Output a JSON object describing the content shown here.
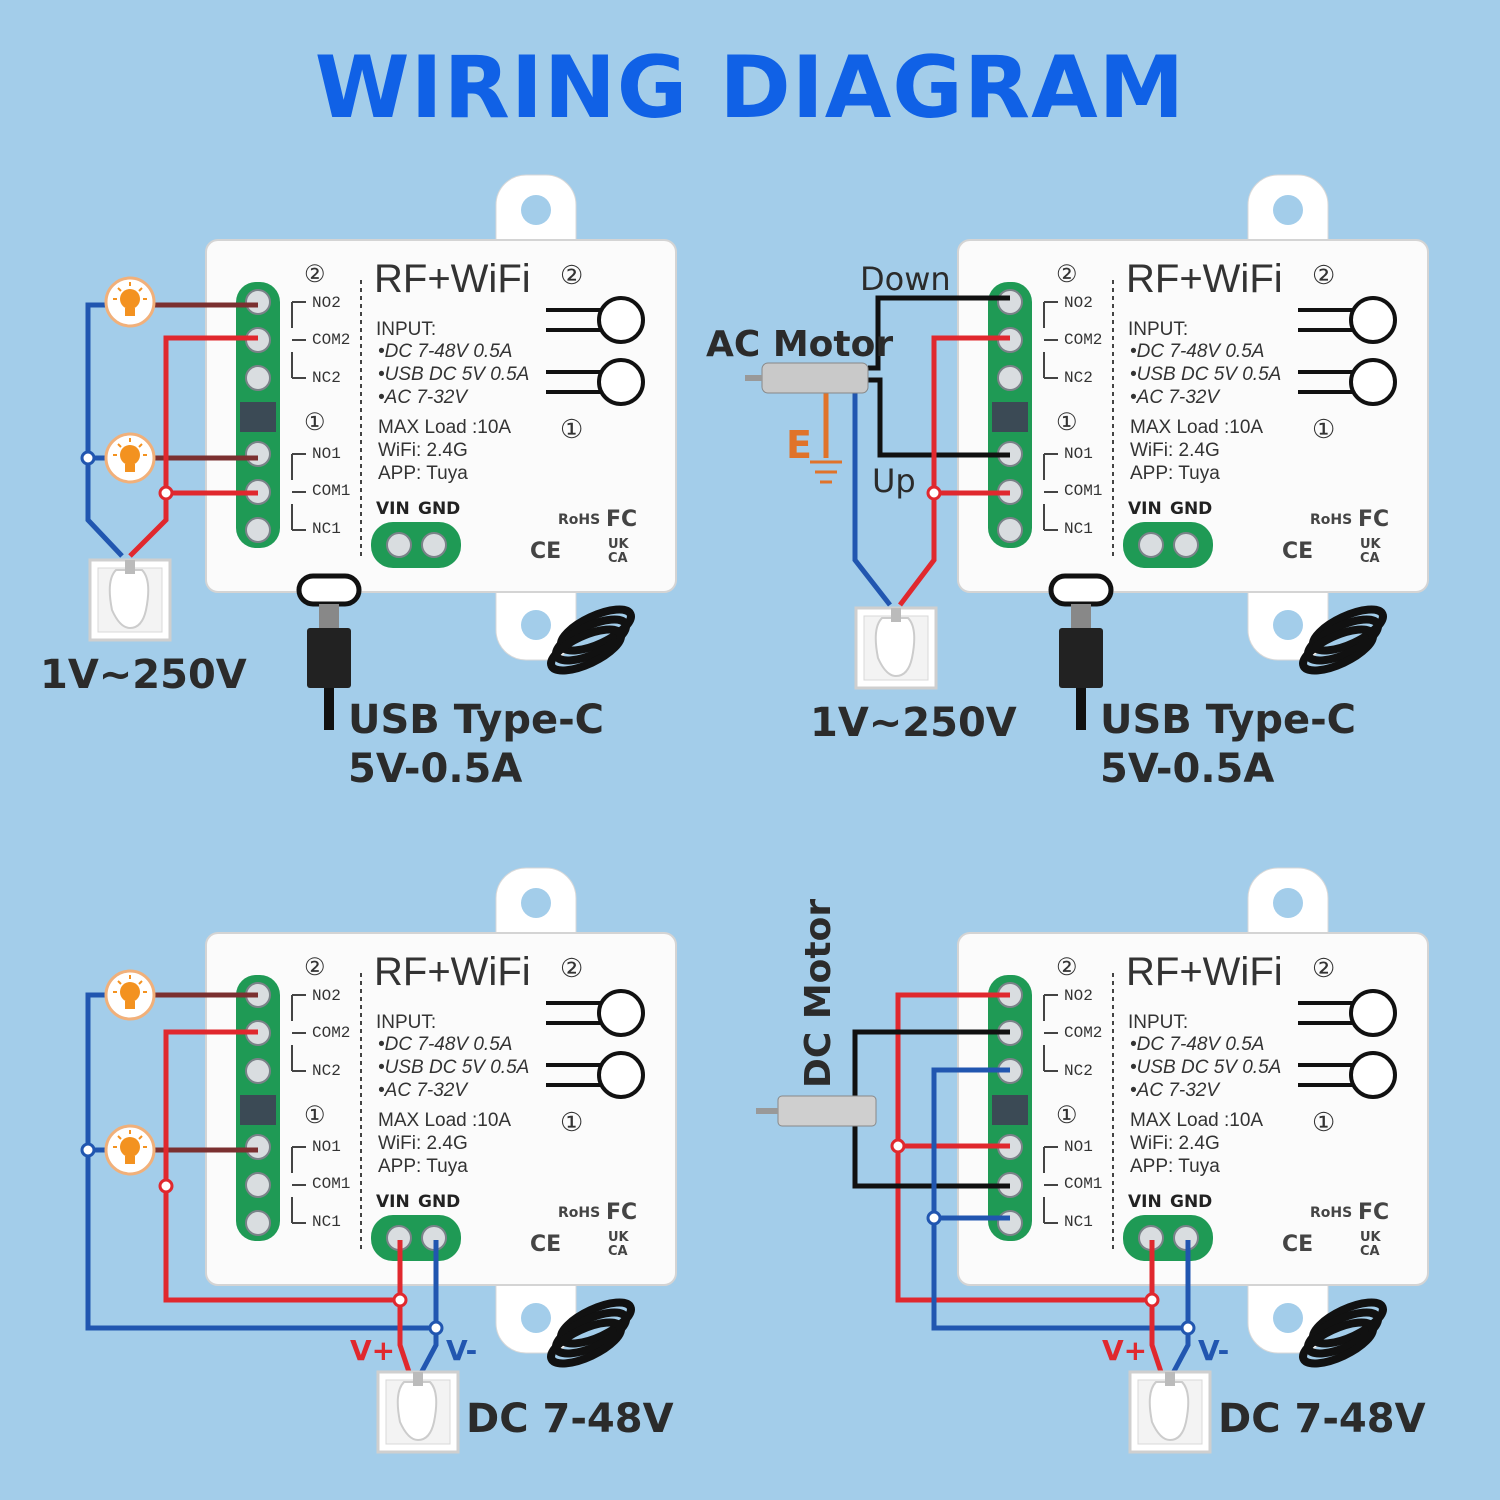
{
  "title": "WIRING DIAGRAM",
  "module": {
    "brand": "RF+WiFi",
    "input_label": "INPUT:",
    "input_lines": [
      "•DC 7-48V 0.5A",
      "•USB DC 5V 0.5A",
      "•AC 7-32V"
    ],
    "max_load": "MAX Load :10A",
    "wifi": "WiFi: 2.4G",
    "app": "APP: Tuya",
    "vin": "VIN",
    "gnd": "GND",
    "terminals": [
      "NO2",
      "COM2",
      "NC2",
      "NO1",
      "COM1",
      "NC1"
    ],
    "channel_marks": [
      "②",
      "①"
    ],
    "certs": {
      "rohs": "RoHS",
      "fc": "FC",
      "ce": "CE",
      "ukca_top": "UK",
      "ukca_bottom": "CA"
    }
  },
  "panels": {
    "top_left": {
      "supply": "1V~250V",
      "usb_line1": "USB Type-C",
      "usb_line2": "5V-0.5A"
    },
    "top_right": {
      "motor": "AC Motor",
      "down": "Down",
      "up": "Up",
      "earth": "E",
      "supply": "1V~250V",
      "usb_line1": "USB Type-C",
      "usb_line2": "5V-0.5A"
    },
    "bottom_left": {
      "vplus": "V+",
      "vminus": "V-",
      "supply": "DC 7-48V"
    },
    "bottom_right": {
      "motor": "DC Motor",
      "vplus": "V+",
      "vminus": "V-",
      "supply": "DC 7-48V"
    }
  },
  "colors": {
    "title": "#1061e6",
    "background": "#a3cdea",
    "wire_red": "#e0282e",
    "wire_blue": "#2156b0",
    "wire_brown": "#7b3030",
    "terminal_green": "#1f9a55",
    "earth_orange": "#e0732a"
  }
}
